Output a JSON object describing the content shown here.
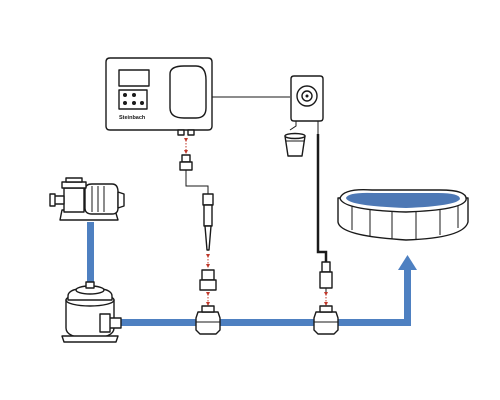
{
  "diagram": {
    "controller": {
      "brand_label": "Steinbach"
    },
    "colors": {
      "water_pipe": "#4e80c1",
      "pool_water": "#4d78b5",
      "outline": "#1a1a1a",
      "arrow": "#c0392b",
      "hose": "#1a1a1a"
    },
    "components": [
      "filter-pump",
      "sand-filter",
      "control-unit",
      "dosing-pump",
      "canister",
      "probe-holder",
      "pipe-fitting-left",
      "pipe-fitting-right",
      "above-ground-pool"
    ]
  }
}
